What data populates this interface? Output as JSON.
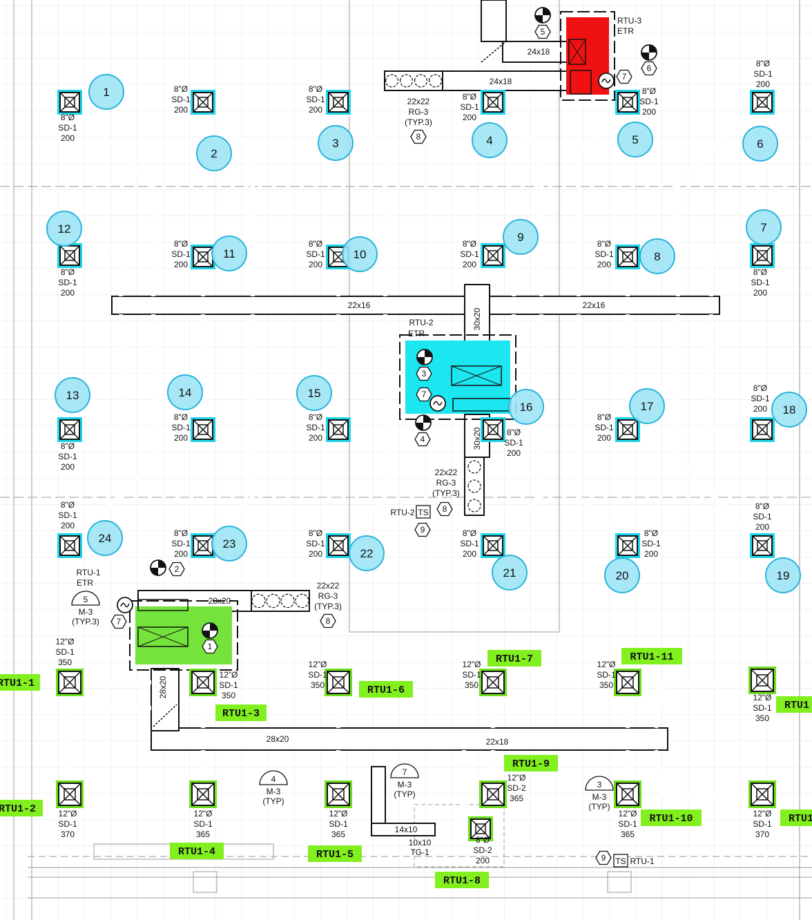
{
  "colors": {
    "circle_fill": "#9ee6f5",
    "circle_stroke": "#2ab3dc",
    "diffuser_cyan": "#1fd6ec",
    "diffuser_green": "#6fe01f",
    "rtu1_unit": "#74e33b",
    "rtu2_unit": "#1ce6f0",
    "rtu3_unit": "#f01212",
    "label_green": "#82ef1e"
  },
  "units": {
    "rtu1": {
      "tag": "RTU-1",
      "sub": "ETR"
    },
    "rtu2": {
      "tag": "RTU-2",
      "sub": "ETR"
    },
    "rtu3": {
      "tag": "RTU-3",
      "sub": "ETR"
    }
  },
  "duct_labels": {
    "rtu3_upper": "24x18",
    "rtu3_lower": "24x18",
    "main_left": "22x16",
    "main_right": "22x16",
    "rtu2_supply": "30x20",
    "rtu2_return": "30x20",
    "rtu1_supply_top": "28x20",
    "rtu1_riser": "28x20",
    "rtu1_main_left": "28x20",
    "rtu1_main_right": "22x18",
    "tg_duct": "14x10",
    "tg_size": "10x10",
    "tg_tag": "TG-1"
  },
  "grille_notes": [
    {
      "size": "22x22",
      "tag": "RG-3",
      "typ": "(TYP.3)",
      "hex": "8"
    },
    {
      "size": "22x22",
      "tag": "RG-3",
      "typ": "(TYP.3)",
      "hex": "8"
    },
    {
      "size": "22x22",
      "tag": "RG-3",
      "typ": "(TYP.3)",
      "hex": "8"
    }
  ],
  "hex_tags": [
    "5",
    "6",
    "7",
    "3",
    "7",
    "4",
    "2",
    "1",
    "7",
    "9",
    "9"
  ],
  "section_refs": [
    {
      "num": "5",
      "sheet": "M-3",
      "note": "(TYP.3)"
    },
    {
      "num": "4",
      "sheet": "M-3",
      "note": "(TYP)"
    },
    {
      "num": "7",
      "sheet": "M-3",
      "note": "(TYP)"
    },
    {
      "num": "3",
      "sheet": "M-3",
      "note": "(TYP)"
    }
  ],
  "thermostats": {
    "rtu2": "RTU-2",
    "rtu1": "RTU-1",
    "mark": "TS"
  },
  "zone_circles": [
    "1",
    "2",
    "3",
    "4",
    "5",
    "6",
    "7",
    "8",
    "9",
    "10",
    "11",
    "12",
    "13",
    "14",
    "15",
    "16",
    "17",
    "18",
    "19",
    "20",
    "21",
    "22",
    "23",
    "24"
  ],
  "sd1_8": {
    "dia": "8\"Ø",
    "tag": "SD-1",
    "cfm": "200"
  },
  "sd2_8": {
    "dia": "8\"Ø",
    "tag": "SD-2",
    "cfm": "200"
  },
  "sd_labels_12": [
    {
      "dia": "12\"Ø",
      "tag": "SD-1",
      "cfm": "350"
    },
    {
      "dia": "12\"Ø",
      "tag": "SD-1",
      "cfm": "370"
    },
    {
      "dia": "12\"Ø",
      "tag": "SD-1",
      "cfm": "350"
    },
    {
      "dia": "12\"Ø",
      "tag": "SD-1",
      "cfm": "365"
    },
    {
      "dia": "12\"Ø",
      "tag": "SD-1",
      "cfm": "365"
    },
    {
      "dia": "12\"Ø",
      "tag": "SD-1",
      "cfm": "350"
    },
    {
      "dia": "12\"Ø",
      "tag": "SD-1",
      "cfm": "350"
    },
    {
      "dia": "12\"Ø",
      "tag": "SD-2",
      "cfm": "365"
    },
    {
      "dia": "12\"Ø",
      "tag": "SD-1",
      "cfm": "350"
    },
    {
      "dia": "12\"Ø",
      "tag": "SD-1",
      "cfm": "365"
    },
    {
      "dia": "12\"Ø",
      "tag": "SD-1",
      "cfm": "350"
    },
    {
      "dia": "12\"Ø",
      "tag": "SD-1",
      "cfm": "370"
    }
  ],
  "rtu1_labels": [
    "RTU1-1",
    "RTU1-2",
    "RTU1-3",
    "RTU1-4",
    "RTU1-5",
    "RTU1-6",
    "RTU1-7",
    "RTU1-8",
    "RTU1-9",
    "RTU1-10",
    "RTU1-11",
    "RTU1",
    "RTU1"
  ]
}
